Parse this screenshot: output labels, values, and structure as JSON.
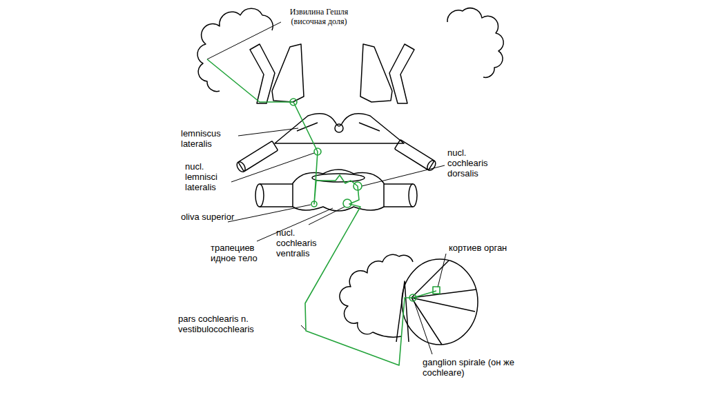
{
  "diagram": {
    "labels": [
      "Извилина Гешля (височная доля)",
      "lemniscus lateralis",
      "nucl. lemnisci lateralis",
      "oliva superior",
      "трапециев идное тело",
      "nucl. cochlearis ventralis",
      "nucl. cochlearis dorsalis",
      "кортиев орган",
      "ganglion spirale (он же cochleare)",
      "pars cochlearis n. vestibulocochlearis"
    ]
  }
}
